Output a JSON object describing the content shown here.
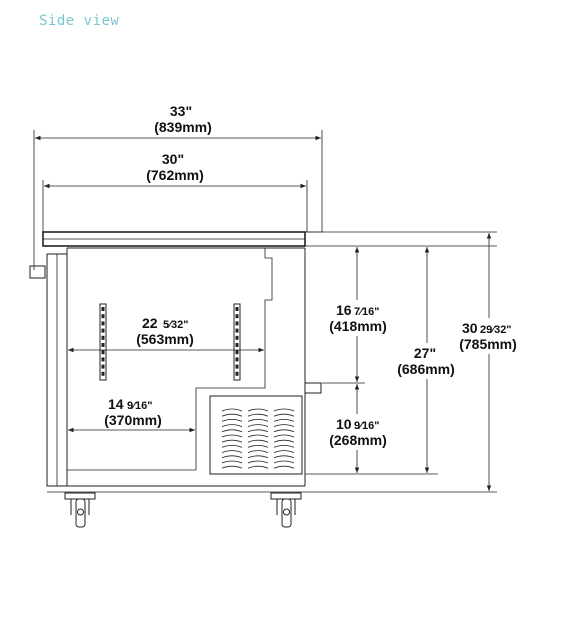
{
  "title": "Side view",
  "dimensions": {
    "overall_width": {
      "in": "33\"",
      "mm": "(839mm)"
    },
    "top_width": {
      "in": "30\"",
      "mm": "(762mm)"
    },
    "shelf_span": {
      "whole": "22",
      "fraction": "5⁄32\"",
      "mm": "(563mm)"
    },
    "lower_depth": {
      "whole": "14",
      "fraction": "9⁄16\"",
      "mm": "(370mm)"
    },
    "upper_height": {
      "whole": "16",
      "fraction": "7⁄16\"",
      "mm": "(418mm)"
    },
    "lower_height": {
      "whole": "10",
      "fraction": "9⁄16\"",
      "mm": "(268mm)"
    },
    "work_height": {
      "in": "27\"",
      "mm": "(686mm)"
    },
    "overall_height": {
      "whole": "30",
      "fraction": "29⁄32\"",
      "mm": "(785mm)"
    }
  }
}
